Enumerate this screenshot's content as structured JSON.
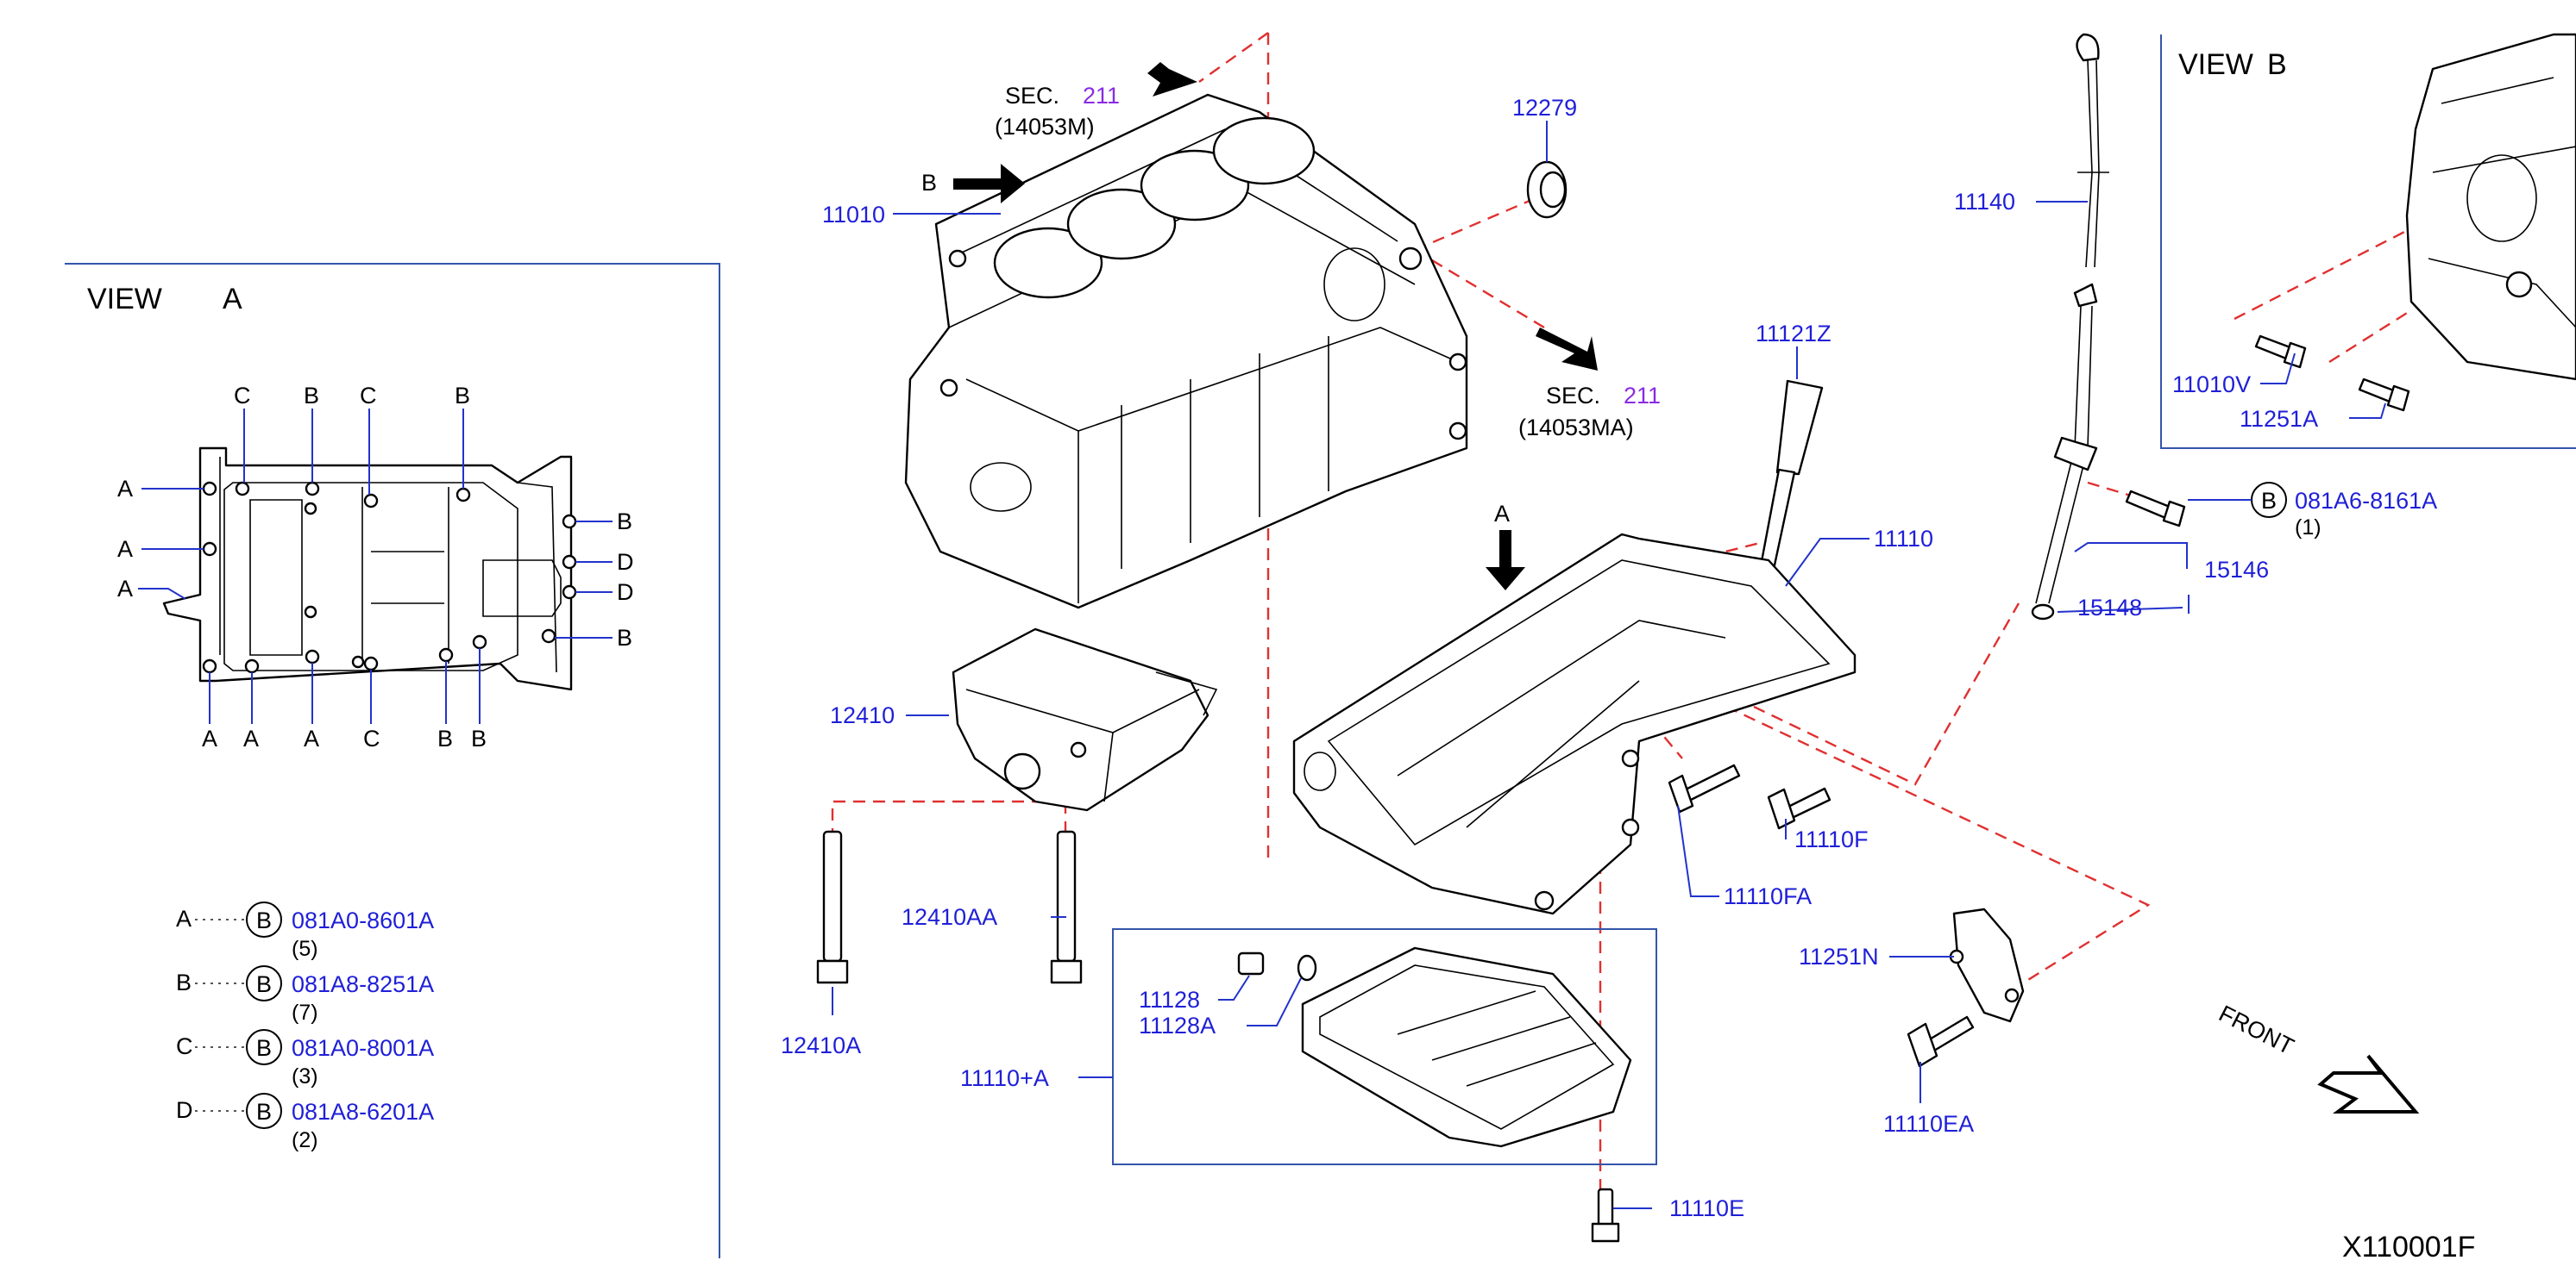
{
  "diagram_code": "X110001F",
  "view_a": {
    "title_view": "VIEW",
    "title_letter": "A"
  },
  "view_b": {
    "title_view": "VIEW",
    "title_letter": "B"
  },
  "view_a_letters": {
    "top": [
      "C",
      "B",
      "C",
      "B"
    ],
    "left": [
      "A",
      "A",
      "A"
    ],
    "right": [
      "B",
      "D",
      "D",
      "B"
    ],
    "bottom": [
      "A",
      "A",
      "A",
      "C",
      "B",
      "B"
    ]
  },
  "legend": [
    {
      "letter": "A",
      "circle": "B",
      "part": "081A0-8601A",
      "qty": "(5)"
    },
    {
      "letter": "B",
      "circle": "B",
      "part": "081A8-8251A",
      "qty": "(7)"
    },
    {
      "letter": "C",
      "circle": "B",
      "part": "081A0-8001A",
      "qty": "(3)"
    },
    {
      "letter": "D",
      "circle": "B",
      "part": "081A8-6201A",
      "qty": "(2)"
    }
  ],
  "sec_refs": [
    {
      "sec": "SEC.",
      "num": "211",
      "sub": "(14053M)"
    },
    {
      "sec": "SEC.",
      "num": "211",
      "sub": "(14053MA)"
    }
  ],
  "arrow_letters": {
    "b": "B",
    "a": "A"
  },
  "parts": {
    "p11010": "11010",
    "p12279": "12279",
    "p11121Z": "11121Z",
    "p11110": "11110",
    "p12410": "12410",
    "p12410AA": "12410AA",
    "p12410A": "12410A",
    "p11128": "11128",
    "p11128A": "11128A",
    "p11110pA": "11110+A",
    "p11110E": "11110E",
    "p11110F": "11110F",
    "p11110FA": "11110FA",
    "p11251N": "11251N",
    "p11110EA": "11110EA",
    "p11140": "11140",
    "p15146": "15146",
    "p15148": "15148",
    "p11010V": "11010V",
    "p11251A": "11251A"
  },
  "bolt_ref": {
    "circle": "B",
    "part": "081A6-8161A",
    "qty": "(1)"
  },
  "front_label": "FRONT"
}
